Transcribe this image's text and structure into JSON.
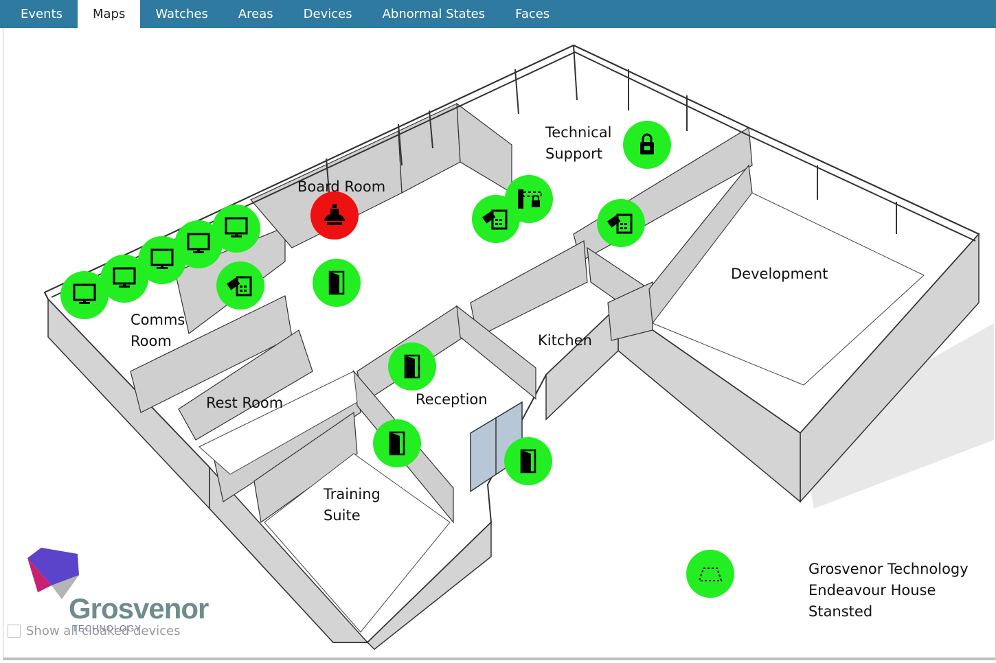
{
  "tabs": [
    {
      "label": "Events",
      "active": false
    },
    {
      "label": "Maps",
      "active": true
    },
    {
      "label": "Watches",
      "active": false
    },
    {
      "label": "Areas",
      "active": false
    },
    {
      "label": "Devices",
      "active": false
    },
    {
      "label": "Abnormal States",
      "active": false
    },
    {
      "label": "Faces",
      "active": false
    }
  ],
  "rooms": {
    "technical_support": "Technical\nSupport",
    "board_room": "Board Room",
    "comms_room": "Comms\nRoom",
    "development": "Development",
    "kitchen": "Kitchen",
    "rest_room": "Rest Room",
    "reception": "Reception",
    "training_suite": "Training\nSuite"
  },
  "devices": [
    {
      "icon": "monitor-icon",
      "status": "normal"
    },
    {
      "icon": "monitor-icon",
      "status": "normal"
    },
    {
      "icon": "monitor-icon",
      "status": "normal"
    },
    {
      "icon": "monitor-icon",
      "status": "normal"
    },
    {
      "icon": "monitor-icon",
      "status": "normal"
    },
    {
      "icon": "keypad-reader-icon",
      "status": "normal"
    },
    {
      "icon": "door-icon",
      "status": "normal"
    },
    {
      "icon": "siren-icon",
      "status": "alarm"
    },
    {
      "icon": "keypad-reader-icon",
      "status": "normal"
    },
    {
      "icon": "barrier-lock-icon",
      "status": "normal"
    },
    {
      "icon": "padlock-icon",
      "status": "normal"
    },
    {
      "icon": "keypad-reader-icon",
      "status": "normal"
    },
    {
      "icon": "door-icon",
      "status": "normal"
    },
    {
      "icon": "door-icon",
      "status": "normal"
    },
    {
      "icon": "door-icon",
      "status": "normal"
    },
    {
      "icon": "area-zone-icon",
      "status": "normal"
    }
  ],
  "address": [
    "Grosvenor Technology",
    "Endeavour House",
    "Stansted"
  ],
  "logo": {
    "name": "Grosvenor",
    "sub": "TECHNOLOGY"
  },
  "cloaked_label": "Show all cloaked devices",
  "colors": {
    "tab_bar": "#2e7aa0",
    "marker_normal": "#22ee22",
    "marker_alarm": "#ee1111",
    "wall": "#d9d9d9",
    "floor": "#ffffff"
  }
}
